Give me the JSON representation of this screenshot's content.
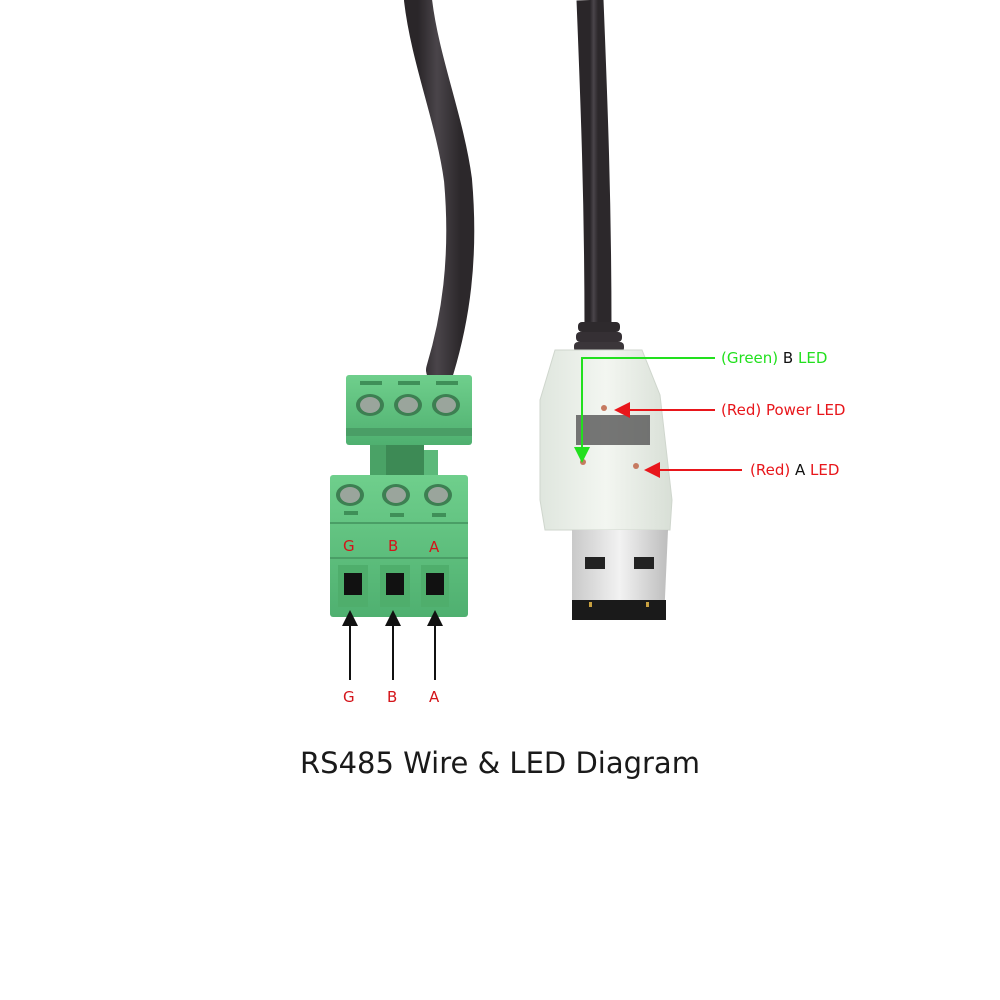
{
  "title": "RS485 Wire & LED Diagram",
  "terminal_block": {
    "body_labels": [
      "G",
      "B",
      "A"
    ],
    "pin_labels": [
      "G",
      "B",
      "A"
    ],
    "color": "#5fbf7f"
  },
  "usb_leds": {
    "green_b": {
      "prefix": "(Green)",
      "letter": "B",
      "suffix": "LED",
      "color": "#22e01e"
    },
    "red_power": {
      "text": "(Red) Power LED",
      "color": "#e8161b"
    },
    "red_a": {
      "prefix": "(Red)",
      "letter": "A",
      "suffix": "LED",
      "color": "#e8161b"
    }
  },
  "colors": {
    "cable": "#3a3539",
    "arrow_black": "#111111"
  }
}
